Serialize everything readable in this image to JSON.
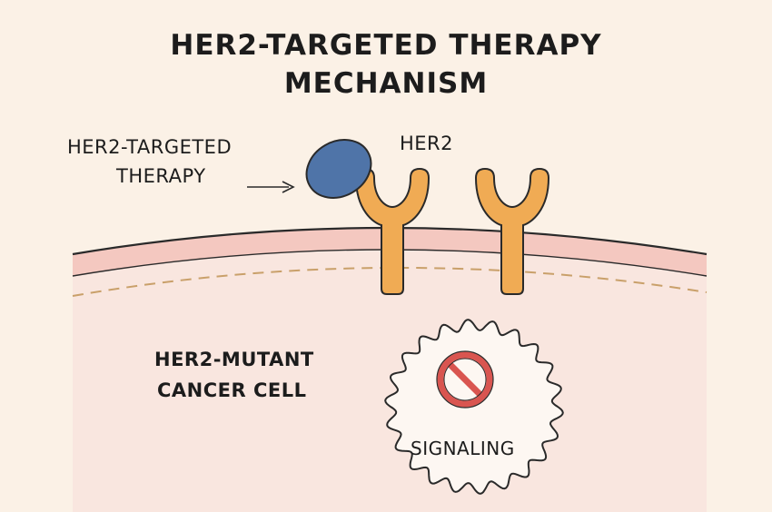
{
  "title": {
    "line1": "HER2-TARGETED THERAPY",
    "line2": "MECHANISM"
  },
  "labels": {
    "therapy_line1": "HER2-TARGETED",
    "therapy_line2": "THERAPY",
    "receptor": "HER2",
    "cell_line1": "HER2-MUTANT",
    "cell_line2": "CANCER CELL",
    "signaling": "SIGNALING"
  },
  "colors": {
    "background": "#fbf1e6",
    "cell_interior": "#f9e6df",
    "membrane": "#f4c8c0",
    "receptor": "#f0ab54",
    "therapy": "#4f74a8",
    "block_icon": "#d95550",
    "outline": "#2a2a2a"
  },
  "icons": {
    "blocked": "prohibition-icon"
  }
}
